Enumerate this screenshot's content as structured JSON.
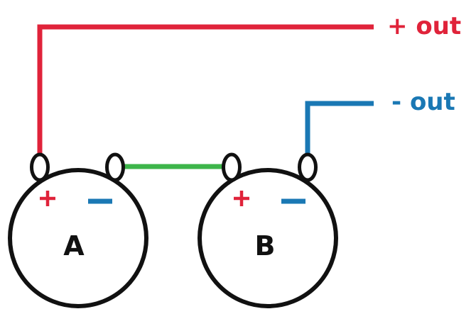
{
  "diagram": {
    "colors": {
      "positive_wire": "#e0233a",
      "negative_wire": "#1a78b4",
      "link_wire": "#3db54a",
      "outline": "#111111"
    },
    "outputs": {
      "positive_label": "+ out",
      "negative_label": "- out"
    },
    "cells": [
      {
        "id": "A",
        "label": "A"
      },
      {
        "id": "B",
        "label": "B"
      }
    ]
  }
}
